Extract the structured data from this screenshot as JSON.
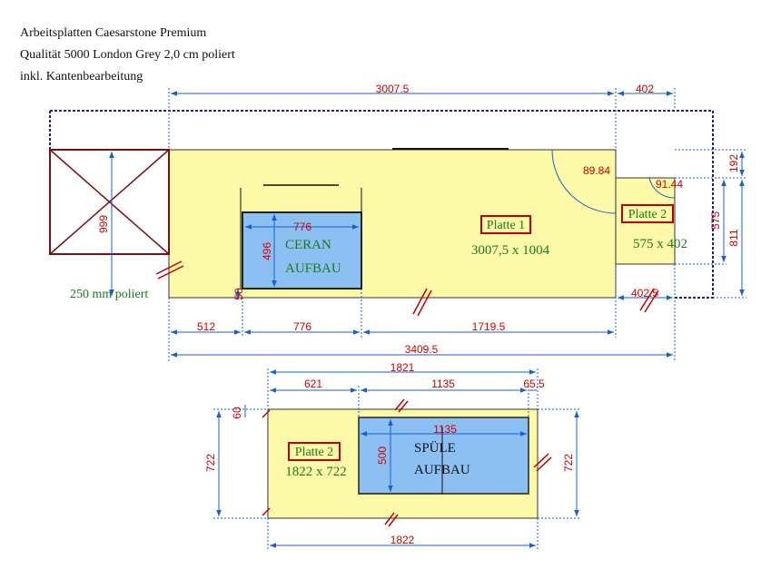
{
  "header": {
    "line1": "Arbeitsplatten Caesarstone Premium",
    "line2": "Qualität 5000 London Grey 2,0 cm poliert",
    "line3": "inkl. Kantenbearbeitung"
  },
  "colors": {
    "worktop_fill": "#fcfaa8",
    "cutout_fill": "#8cbff2",
    "dimension_line": "#1a5fcf",
    "dimension_text": "#d40000",
    "label_box": "#c00000",
    "green_text": "#1d7a1d",
    "wall_outline": "#1a237e"
  },
  "top": {
    "dims": {
      "overall_top": "3007.5",
      "side_top": "402",
      "angle": "89.84",
      "angle2": "91.44",
      "right_a": "192",
      "right_b": "575",
      "right_c": "811",
      "left_height": "999",
      "cutout_w": "776",
      "cutout_h": "496",
      "small_gap": "50",
      "seg1": "512",
      "seg2": "776",
      "seg3": "1719.5",
      "side_bottom": "402.5",
      "overall_bottom": "3409.5"
    },
    "platte1_label": "Platte 1",
    "platte1_size": "3007,5 x 1004",
    "platte2_label": "Platte 2",
    "platte2_size": "575 x 402",
    "ceran_line1": "CERAN",
    "ceran_line2": "AUFBAU",
    "polish_note": "250 mm poliert"
  },
  "bottom": {
    "dims": {
      "overall_top": "1821",
      "seg1": "621",
      "seg2": "1135",
      "seg3": "65.5",
      "left_small": "60",
      "left_height": "722",
      "right_height": "722",
      "cutout_w": "1135",
      "cutout_h": "500",
      "overall_bottom": "1822"
    },
    "platte2_label": "Platte 2",
    "platte2_size": "1822 x 722",
    "spuele_line1": "SPÜLE",
    "spuele_line2": "AUFBAU"
  }
}
